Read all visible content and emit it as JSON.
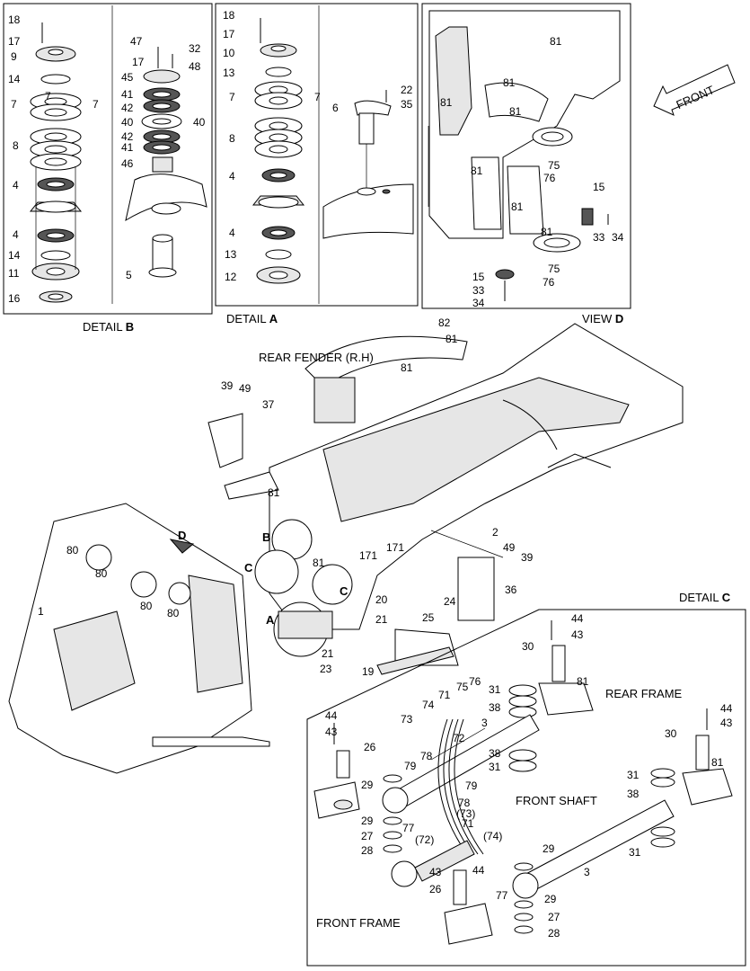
{
  "titles": {
    "detail_b_prefix": "DETAIL",
    "detail_b_letter": "B",
    "detail_a_prefix": "DETAIL",
    "detail_a_letter": "A",
    "view_d_prefix": "VIEW",
    "view_d_letter": "D",
    "detail_c_prefix": "DETAIL",
    "detail_c_letter": "C"
  },
  "annotations": {
    "front": "FRONT",
    "rear_fender": "REAR FENDER (R.H)",
    "rear_frame": "REAR FRAME",
    "front_shaft": "FRONT SHAFT",
    "front_frame": "FRONT FRAME",
    "view_marker": "D",
    "circle_a": "A",
    "circle_b": "B",
    "circle_c1": "C",
    "circle_c2": "C"
  },
  "callouts": {
    "detail_b": [
      "18",
      "17",
      "9",
      "14",
      "7",
      "7",
      "7",
      "8",
      "4",
      "4",
      "14",
      "11",
      "16",
      "47",
      "32",
      "17",
      "48",
      "45",
      "41",
      "42",
      "40",
      "40",
      "42",
      "41",
      "46",
      "5"
    ],
    "detail_a": [
      "18",
      "17",
      "10",
      "13",
      "7",
      "7",
      "8",
      "4",
      "4",
      "13",
      "12",
      "6",
      "22",
      "35"
    ],
    "view_d": [
      "81",
      "81",
      "81",
      "81",
      "75",
      "76",
      "81",
      "81",
      "15",
      "33",
      "34",
      "15",
      "33",
      "34",
      "75",
      "76",
      "81"
    ],
    "main": [
      "82",
      "81",
      "81",
      "39",
      "49",
      "37",
      "81",
      "2",
      "171",
      "171",
      "81",
      "49",
      "39",
      "36",
      "80",
      "80",
      "80",
      "80",
      "1",
      "20",
      "21",
      "24",
      "25",
      "21",
      "23",
      "19"
    ],
    "detail_c": [
      "44",
      "43",
      "30",
      "81",
      "31",
      "38",
      "38",
      "31",
      "75",
      "76",
      "71",
      "74",
      "73",
      "72",
      "3",
      "44",
      "43",
      "26",
      "29",
      "79",
      "78",
      "79",
      "78",
      "(73)",
      "29",
      "27",
      "28",
      "77",
      "(72)",
      "71",
      "(74)",
      "43",
      "44",
      "26",
      "77",
      "29",
      "27",
      "28",
      "3",
      "29",
      "44",
      "43",
      "30",
      "81",
      "31",
      "38",
      "31"
    ]
  }
}
